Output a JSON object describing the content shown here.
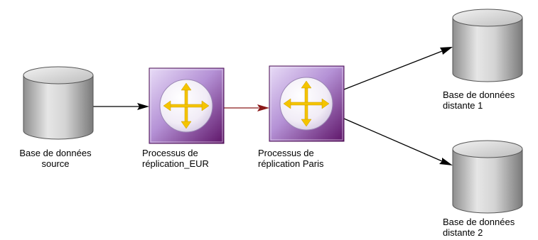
{
  "diagram": {
    "nodes": [
      {
        "id": "source",
        "type": "database",
        "label_lines": [
          "Base de données",
          "source"
        ]
      },
      {
        "id": "proc_eur",
        "type": "process",
        "label_lines": [
          "Processus de",
          "réplication_EUR"
        ]
      },
      {
        "id": "proc_paris",
        "type": "process",
        "label_lines": [
          "Processus de",
          "réplication Paris"
        ]
      },
      {
        "id": "remote1",
        "type": "database",
        "label_lines": [
          "Base de données",
          "distante 1"
        ]
      },
      {
        "id": "remote2",
        "type": "database",
        "label_lines": [
          "Base de données",
          "distante 2"
        ]
      }
    ],
    "edges": [
      {
        "from": "source",
        "to": "proc_eur",
        "color": "#000000"
      },
      {
        "from": "proc_eur",
        "to": "proc_paris",
        "color": "#8b1a1a"
      },
      {
        "from": "proc_paris",
        "to": "remote1",
        "color": "#000000"
      },
      {
        "from": "proc_paris",
        "to": "remote2",
        "color": "#000000"
      }
    ],
    "colors": {
      "database_fill": "#cfcfcf",
      "process_fill_light": "#d9c6ee",
      "process_fill_dark": "#6a1a6e",
      "process_arrows": "#f5c400"
    }
  }
}
